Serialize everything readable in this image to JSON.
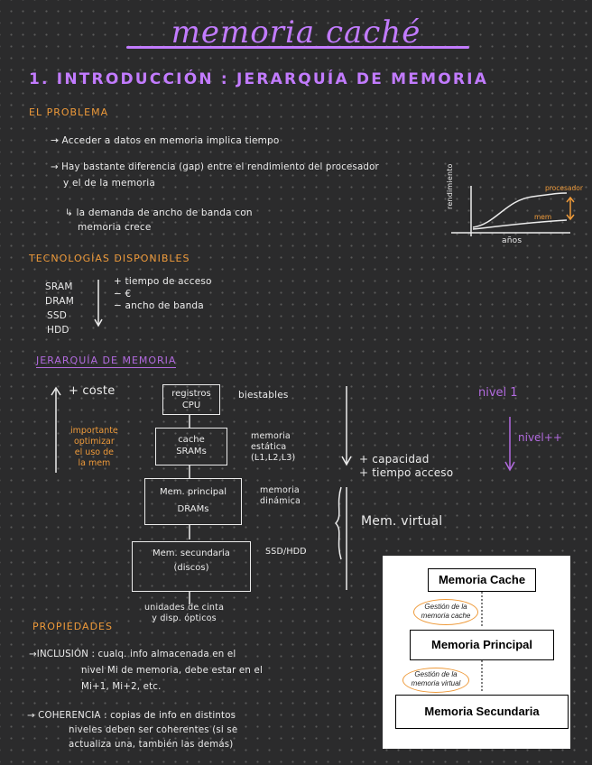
{
  "title": "memoria caché",
  "section1": {
    "heading": "1. INTRODUCCIÓN : JERARQUÍA DE MEMORIA",
    "problema": {
      "label": "EL PROBLEMA",
      "bullet1": "→ Acceder a datos en memoria implica tiempo",
      "bullet2_line1": "→ Hay bastante diferencia (gap) entre el rendimiento del procesador",
      "bullet2_line2": "y el de la memoria",
      "sub_line1": "↳ la demanda de ancho de banda con",
      "sub_line2": "memoria crece"
    },
    "graph": {
      "ylabel": "rendimiento",
      "xlabel": "años",
      "series_procesador": "procesador",
      "series_mem": "mem"
    },
    "tecnologias": {
      "label": "TECNOLOGÍAS DISPONIBLES",
      "items": [
        "SRAM",
        "DRAM",
        "SSD",
        "HDD"
      ],
      "notes": [
        "+ tiempo de acceso",
        "− €",
        "− ancho de banda"
      ]
    },
    "jerarquia": {
      "label": "JERARQUÍA DE MEMORIA",
      "coste": "+ coste",
      "importante": [
        "importante",
        "optimizar",
        "el uso de",
        "la mem"
      ],
      "boxes": {
        "registros": [
          "registros",
          "CPU"
        ],
        "cache": [
          "cache",
          "SRAMs"
        ],
        "principal": [
          "Mem. principal",
          "DRAMs"
        ],
        "secundaria": [
          "Mem. secundaria",
          "(discos)"
        ]
      },
      "side": {
        "biestables": "biestables",
        "estatica": [
          "memoria",
          "estática",
          "(L1,L2,L3)"
        ],
        "dinamica": [
          "memoria",
          "dinámica"
        ],
        "ssd": "SSD/HDD"
      },
      "unidades": [
        "unidades de cinta",
        "y disp. ópticos"
      ],
      "capacidad": [
        "+ capacidad",
        "+ tiempo acceso"
      ],
      "mem_virtual": "Mem. virtual",
      "nivel1": "nivel 1",
      "nivelpp": "nivel++"
    },
    "propiedades": {
      "label": "PROPIEDADES",
      "inclusion_line1": "→INCLUSIÓN : cualq. info almacenada en el",
      "inclusion_line2": "nivel Mi de memoria, debe estar en el",
      "inclusion_line3": "Mi+1, Mi+2, etc.",
      "coherencia_line1": "→ COHERENCIA : copias de info en distintos",
      "coherencia_line2": "niveles deben ser coherentes (si se",
      "coherencia_line3": "actualiza una, también las demás)"
    }
  },
  "diagram": {
    "cache": "Memoria Cache",
    "gestion_cache": [
      "Gestión de la",
      "memoria cache"
    ],
    "principal": "Memoria Principal",
    "gestion_virtual": [
      "Gestión de la",
      "memoria virtual"
    ],
    "secundaria": "Memoria Secundaria"
  },
  "colors": {
    "background": "#2b2b2c",
    "purple": "#c27bff",
    "orange": "#ee9a3a",
    "ink": "#ececec"
  }
}
